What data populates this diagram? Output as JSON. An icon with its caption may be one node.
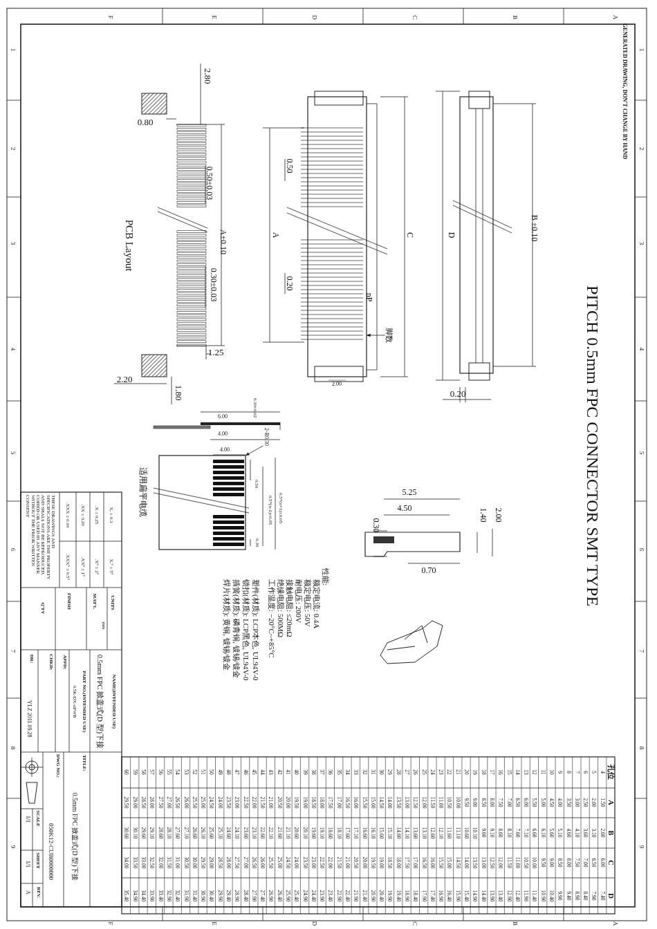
{
  "diagram": {
    "title": "PITCH 0.5mm FPC CONNECTOR SMT TYPE",
    "nodes": [
      {
        "text": [
          "脚数"
        ]
      },
      {
        "text": [],
        "shape": "box"
      },
      {
        "text": [
          "2-R0.30"
        ]
      },
      {
        "text": [],
        "shape": "box"
      }
    ],
    "edges": [
      {
        "from": 0,
        "to": 1,
        "arrow": "to"
      },
      {
        "from": 2,
        "to": 3,
        "arrow": "to"
      }
    ],
    "labels": [
      "GENERATED DRAWING, DON'T CHANGE BY HAND",
      "2.80",
      "0.80",
      "0.50±0.03",
      "A±0.10",
      "0.30±0.03",
      "PCB Layout",
      "1.25",
      "2.20",
      "1.80",
      "0.50",
      "A",
      "0.20",
      "C",
      "nP",
      "2.00",
      "D",
      "B ±0.10",
      "0.20",
      "0.30±0.02",
      "6.00",
      "4.00",
      "4.00",
      "0.50",
      "0.5*(n+1)±0.05",
      "0.5*(n-1)±0.05",
      "0.30",
      "适用扁平电缆",
      "5.25",
      "4.50",
      "0.30",
      "1.40",
      "2.00",
      "0.70",
      "性能:",
      "额定电流: 0.4A",
      "额定电压: 50V",
      "耐电压: 200V",
      "接触电阻: ≤20mΩ",
      "绝缘电阻: 500MΩ",
      "工作温度: −20°C~+85°C",
      "塑件(材质): LCP本色, UL94V-0",
      "锁扣(材质): LCP黑色, UL94V-0",
      "插簧(材质): 磷青铜, 镀锡/镀金",
      "焊片(材质): 黄铜, 镀锡/镀金",
      "X. ± 0.3",
      ".X ± 0.25",
      ".XX ± 0.20",
      ".XXX ± 0.10",
      "THESE DRAWINGS AND SPECIFICATIONS ARE THE PROPERTY AND SHALL NOT BE REPRODUCED, COPIED OR USED IN ANY MANNER WITHOUT THE PRIOR WRITTEN CONSENT",
      "X.° ± 5°",
      ".X° ± 2°",
      ".XX° ± 1°",
      ".XXX° ± 0.5°",
      "UNITS",
      "mm",
      "MAT'L",
      "FINISH",
      "Q'TY",
      "NAME(INTENDED USE)",
      "0.5mm FPC 掀盖式(D 型)下接",
      "PART NO.(INTENDED USE)",
      "0.5K-DX-nPWB",
      "APPD:",
      "CHKD:",
      "DR:",
      "YLZ 2011.09.28",
      "TITLE:",
      "0.5mm FPC 掀盖式(D 型)下接",
      "DWG NO.:",
      "050K12-CUB0000000",
      "SCALE",
      "1/1",
      "SHEET",
      "1/1",
      "REV.",
      "A",
      "F",
      "E",
      "D",
      "C",
      "B",
      "A",
      "F",
      "E",
      "D",
      "C",
      "B",
      "A",
      "1",
      "2",
      "3",
      "4",
      "5",
      "6",
      "7",
      "8",
      "9",
      "1",
      "2",
      "3",
      "4",
      "5",
      "6",
      "7",
      "8",
      "9",
      "孔位",
      "A",
      "B",
      "C",
      "D",
      "4",
      "1.50",
      "2.60",
      "6.00",
      "7.40",
      "5",
      "2.00",
      "3.10",
      "6.50",
      "7.90",
      "6",
      "2.50",
      "3.60",
      "7.00",
      "8.40",
      "7",
      "3.00",
      "4.10",
      "7.50",
      "8.90",
      "8",
      "3.50",
      "4.60",
      "8.00",
      "9.40",
      "9",
      "4.00",
      "5.10",
      "8.50",
      "9.90",
      "10",
      "4.50",
      "5.60",
      "9.00",
      "10.40",
      "11",
      "5.00",
      "6.10",
      "9.50",
      "10.90",
      "12",
      "5.50",
      "6.60",
      "10.00",
      "11.40",
      "13",
      "6.00",
      "7.10",
      "10.50",
      "11.90",
      "14",
      "6.50",
      "7.60",
      "11.00",
      "12.40",
      "15",
      "7.00",
      "8.10",
      "11.50",
      "12.90",
      "16",
      "7.50",
      "8.60",
      "12.00",
      "13.40",
      "17",
      "8.00",
      "9.10",
      "12.50",
      "13.90",
      "18",
      "8.50",
      "9.60",
      "13.00",
      "14.40",
      "19",
      "9.00",
      "10.10",
      "13.50",
      "14.90",
      "20",
      "9.50",
      "10.60",
      "14.00",
      "15.40",
      "21",
      "10.00",
      "11.10",
      "14.50",
      "15.90",
      "22",
      "10.50",
      "11.60",
      "15.00",
      "16.40",
      "23",
      "11.00",
      "12.10",
      "15.50",
      "16.90",
      "24",
      "11.50",
      "12.60",
      "16.00",
      "17.40",
      "25",
      "12.00",
      "13.10",
      "16.50",
      "17.90",
      "26",
      "12.50",
      "13.60",
      "17.00",
      "18.40",
      "27",
      "13.00",
      "14.10",
      "17.50",
      "18.90",
      "28",
      "13.50",
      "14.60",
      "18.00",
      "19.40",
      "29",
      "14.00",
      "15.10",
      "18.50",
      "19.90",
      "30",
      "14.50",
      "15.60",
      "19.00",
      "20.40",
      "31",
      "15.00",
      "16.10",
      "19.50",
      "20.90",
      "32",
      "15.50",
      "16.60",
      "20.00",
      "21.40",
      "33",
      "16.00",
      "17.10",
      "20.50",
      "21.90",
      "34",
      "16.50",
      "17.60",
      "21.00",
      "22.40",
      "35",
      "17.00",
      "18.10",
      "21.50",
      "22.90",
      "36",
      "17.50",
      "18.60",
      "22.00",
      "23.40",
      "37",
      "18.00",
      "19.10",
      "22.50",
      "23.90",
      "38",
      "18.50",
      "19.60",
      "23.00",
      "24.40",
      "39",
      "19.00",
      "20.10",
      "23.50",
      "24.90",
      "40",
      "19.50",
      "20.60",
      "24.00",
      "25.40",
      "41",
      "20.00",
      "21.10",
      "24.50",
      "25.90",
      "42",
      "20.50",
      "21.60",
      "25.00",
      "26.40",
      "43",
      "21.00",
      "22.10",
      "25.50",
      "26.90",
      "44",
      "21.50",
      "22.60",
      "26.00",
      "27.40",
      "45",
      "22.00",
      "23.10",
      "26.50",
      "27.90",
      "46",
      "22.50",
      "23.60",
      "27.00",
      "28.40",
      "47",
      "23.00",
      "24.10",
      "27.50",
      "28.90",
      "48",
      "23.50",
      "24.60",
      "28.00",
      "29.40",
      "49",
      "24.00",
      "25.10",
      "28.50",
      "29.90",
      "50",
      "24.50",
      "25.60",
      "29.00",
      "30.40",
      "51",
      "25.00",
      "26.10",
      "29.50",
      "30.90",
      "52",
      "25.50",
      "26.60",
      "30.00",
      "31.40",
      "53",
      "26.00",
      "27.10",
      "30.50",
      "31.90",
      "54",
      "26.50",
      "27.60",
      "31.00",
      "32.40",
      "55",
      "27.00",
      "28.10",
      "31.50",
      "32.90",
      "56",
      "27.50",
      "28.60",
      "32.00",
      "33.40",
      "57",
      "28.00",
      "29.10",
      "32.50",
      "33.90",
      "58",
      "28.50",
      "29.60",
      "33.00",
      "34.40",
      "59",
      "29.00",
      "30.10",
      "33.50",
      "34.90",
      "60",
      "29.50",
      "30.60",
      "34.00",
      "35.40"
    ]
  }
}
